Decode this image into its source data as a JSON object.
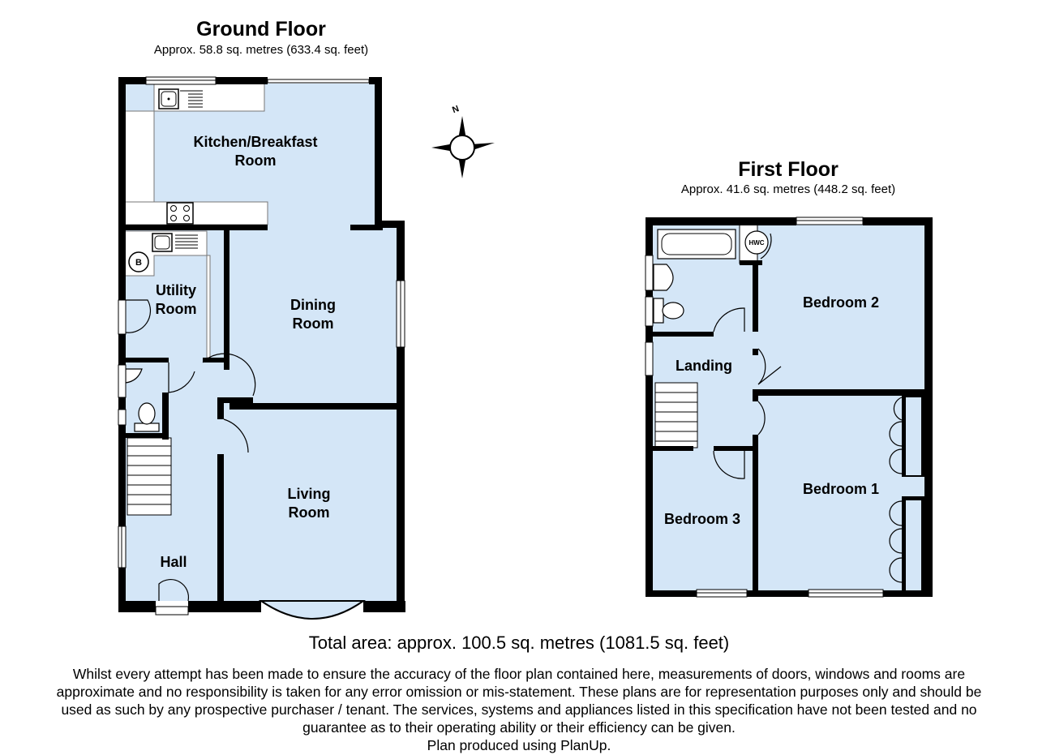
{
  "ground_floor": {
    "title": "Ground Floor",
    "area": "Approx.  58.8 sq. metres (633.4 sq. feet)",
    "rooms": {
      "kitchen_line1": "Kitchen/Breakfast",
      "kitchen_line2": "Room",
      "dining_line1": "Dining",
      "dining_line2": "Room",
      "utility_line1": "Utility",
      "utility_line2": "Room",
      "living_line1": "Living",
      "living_line2": "Room",
      "hall": "Hall",
      "boiler": "B"
    }
  },
  "first_floor": {
    "title": "First Floor",
    "area": "Approx.  41.6 sq. metres (448.2 sq. feet)",
    "rooms": {
      "bedroom2": "Bedroom 2",
      "bedroom1": "Bedroom 1",
      "bedroom3": "Bedroom 3",
      "landing": "Landing",
      "hwc": "HWC"
    }
  },
  "compass": {
    "north": "N"
  },
  "total_area": "Total area: approx. 100.5 sq. metres (1081.5 sq. feet)",
  "disclaimer": [
    "Whilst every attempt has been made to ensure the accuracy of the floor plan contained here, measurements of doors, windows and rooms are",
    "approximate and no responsibility is taken for any error omission or mis-statement. These plans are for representation purposes only and should be",
    "used as such by any prospective purchaser / tenant. The services, systems and appliances listed in this specification have not been tested and no",
    "guarantee as to their operating ability or their efficiency can be given.",
    "Plan produced using PlanUp."
  ],
  "colors": {
    "room_fill": "#d4e6f7",
    "wall": "#000000"
  }
}
